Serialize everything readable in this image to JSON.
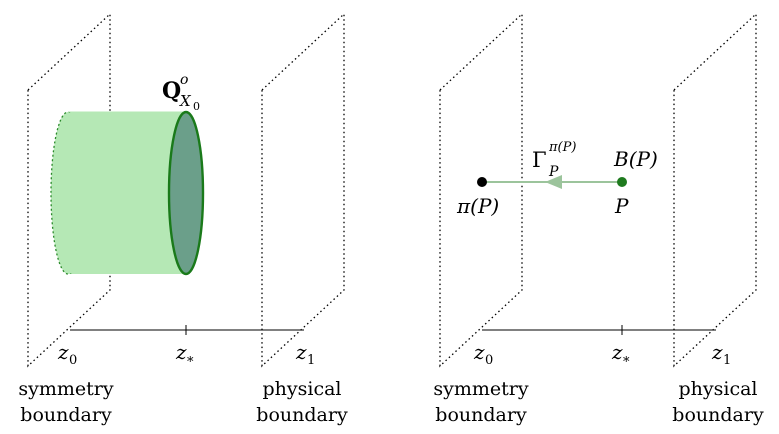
{
  "colors": {
    "cylinder_fill": "#b5e8b5",
    "disk_fill": "#6b9f8a",
    "dark_green": "#1a7a1a",
    "arrow_green": "#9cc49c",
    "point_green": "#1e7a1e"
  },
  "left": {
    "operator_main": "Q",
    "operator_sup": "o",
    "operator_sub": "X",
    "operator_subsub": "0",
    "z0_var": "z",
    "z0_sub": "0",
    "zstar_var": "z",
    "zstar_sub": "*",
    "z1_var": "z",
    "z1_sub": "1",
    "symmetry_line1": "symmetry",
    "symmetry_line2": "boundary",
    "physical_line1": "physical",
    "physical_line2": "boundary"
  },
  "right": {
    "gamma_main": "Γ",
    "gamma_sub": "P",
    "gamma_sup": "π(P)",
    "bp_label": "B(P)",
    "p_label": "P",
    "pip_label": "π(P)",
    "z0_var": "z",
    "z0_sub": "0",
    "zstar_var": "z",
    "zstar_sub": "*",
    "z1_var": "z",
    "z1_sub": "1",
    "symmetry_line1": "symmetry",
    "symmetry_line2": "boundary",
    "physical_line1": "physical",
    "physical_line2": "boundary"
  }
}
